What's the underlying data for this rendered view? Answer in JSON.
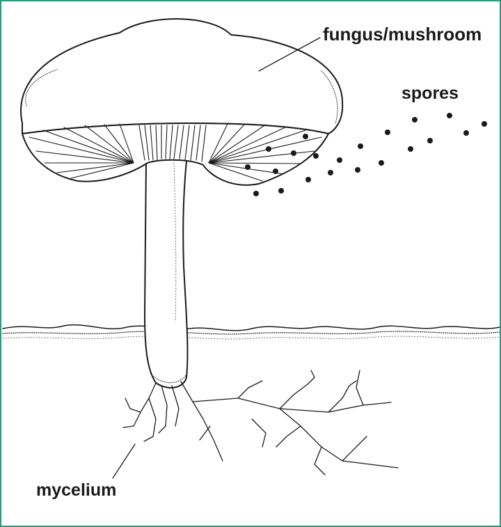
{
  "labels": {
    "fungus": "fungus/mushroom",
    "spores": "spores",
    "mycelium": "mycelium"
  },
  "colors": {
    "border": "#2a9a7a",
    "ink": "#1a1a1a"
  }
}
